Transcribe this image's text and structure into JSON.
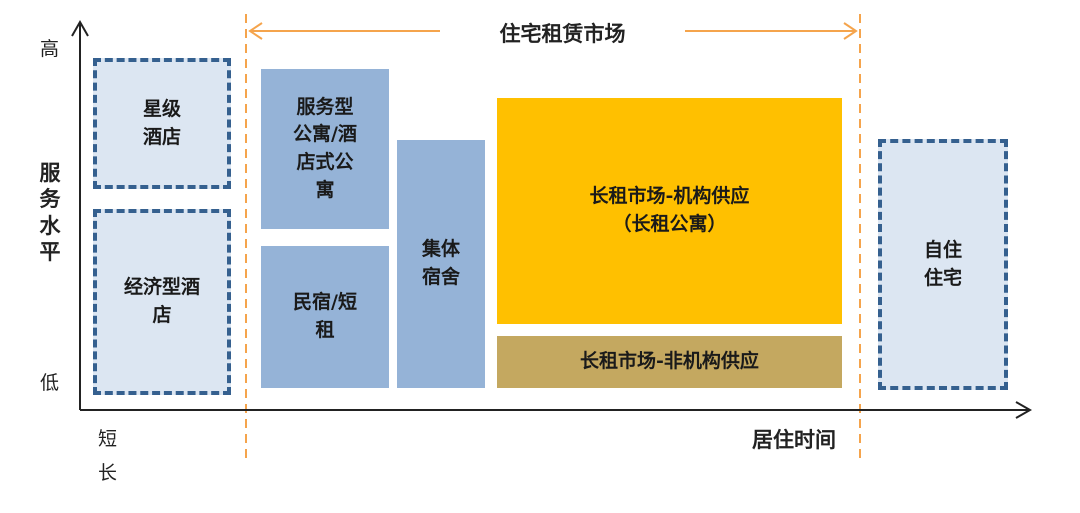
{
  "market_header": {
    "label": "住宅租赁市场",
    "color": "#f5a44c"
  },
  "y_axis": {
    "title": "服务水平",
    "high": "高",
    "low": "低"
  },
  "x_axis": {
    "title": "居住时间",
    "short": "短",
    "long": "长"
  },
  "boxes": {
    "star_hotel": "星级\n酒店",
    "budget_hotel": "经济型酒\n店",
    "serviced_apartment": "服务型\n公寓/酒\n店式公\n寓",
    "homestay": "民宿/短\n租",
    "dormitory": "集体\n宿舍",
    "long_rent_institutional": "长租市场-机构供应\n（长租公寓）",
    "long_rent_non_institutional": "长租市场-非机构供应",
    "owner_occupied": "自住\n住宅"
  },
  "colors": {
    "dashed_fill": "#dce6f2",
    "dashed_border": "#35608f",
    "solid_blue": "#95b3d7",
    "gold": "#ffc000",
    "khaki": "#c4a860"
  }
}
